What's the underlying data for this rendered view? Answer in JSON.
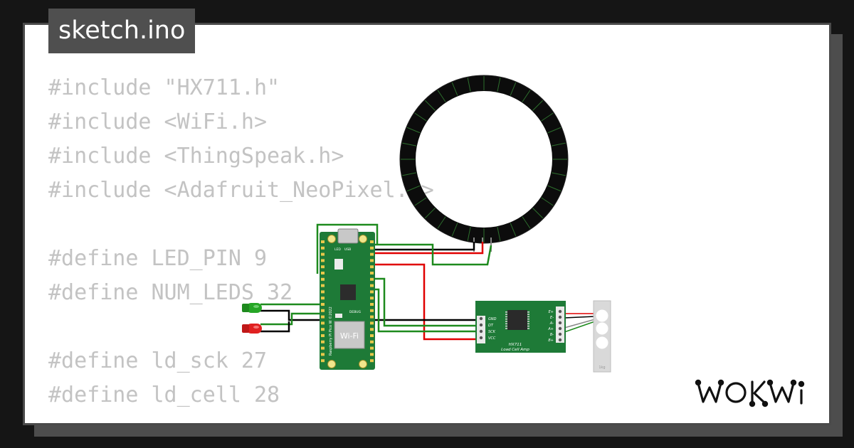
{
  "editor": {
    "tab_label": "sketch.ino",
    "code_lines": [
      "#include \"HX711.h\"",
      "#include <WiFi.h>",
      "#include <ThingSpeak.h>",
      "#include <Adafruit_NeoPixel.h>",
      "",
      "#define LED_PIN 9",
      "#define NUM_LEDS 32",
      "",
      "#define ld_sck 27",
      "#define ld_cell 28"
    ]
  },
  "board": {
    "wifi_label": "Wi-Fi",
    "model_label": "Raspberry Pi Pico W ©2022",
    "debug_label": "DEBUG",
    "led_label": "LED",
    "usb_label": "USB"
  },
  "hx711": {
    "left_pins": [
      "GND",
      "DT",
      "SCK",
      "VCC"
    ],
    "right_pins": [
      "E+",
      "E-",
      "A-",
      "A+",
      "B-",
      "B+"
    ],
    "title": "HX711",
    "subtitle": "Load Cell Amp"
  },
  "load_cell": {
    "label": "1kg"
  },
  "neopixel_ring": {
    "pixel_count": 32
  },
  "brand": {
    "logo_text": "WOKWi"
  },
  "colors": {
    "background": "#151515",
    "card": "#ffffff",
    "tab": "#4f4f4f",
    "code_text": "#c3c3c3",
    "pcb_green": "#1e7a37",
    "wire_red": "#e00000",
    "wire_green": "#1d8a1d",
    "wire_black": "#000000"
  }
}
